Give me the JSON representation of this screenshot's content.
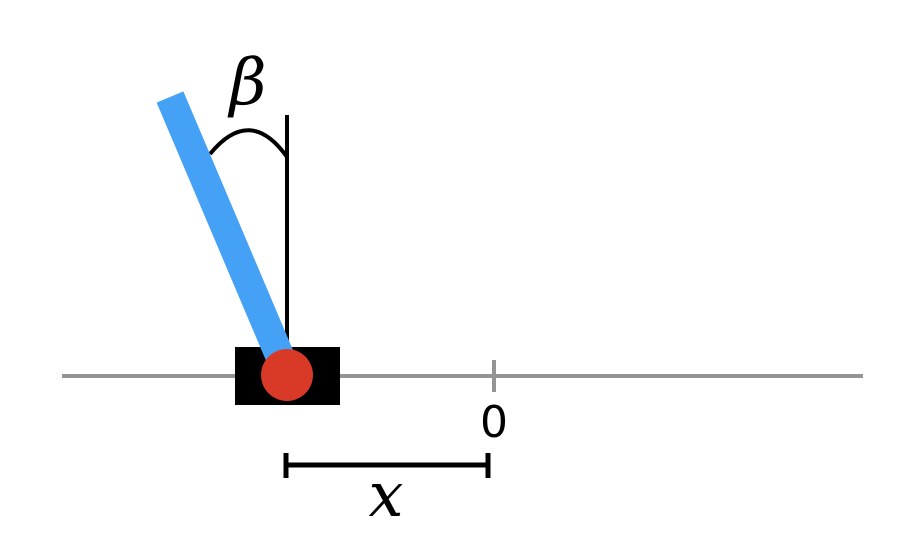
{
  "labels": {
    "angle": "β",
    "origin": "0",
    "displacement": "x"
  },
  "colors": {
    "track": "#959595",
    "pole": "#45a1f6",
    "cart": "#000000",
    "pivot": "#d93a28",
    "annotation": "#000000"
  }
}
